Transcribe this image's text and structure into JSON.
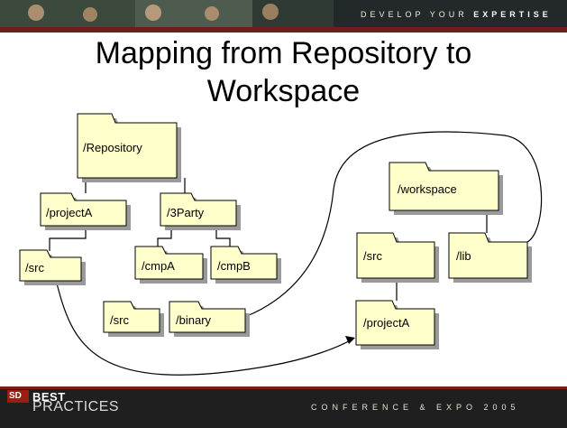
{
  "banner": {
    "tagline_prefix": "DEVELOP YOUR ",
    "tagline_emphasis": "EXPERTISE"
  },
  "title": {
    "line1": "Mapping from Repository to",
    "line2": "Workspace"
  },
  "folders": {
    "repository": "/Repository",
    "project_a": "/projectA",
    "third_party": "/3Party",
    "repo_src": "/src",
    "cmp_a": "/cmpA",
    "cmp_b": "/cmpB",
    "loose_src": "/src",
    "binary": "/binary",
    "workspace": "/workspace",
    "ws_src": "/src",
    "ws_lib": "/lib",
    "ws_project_a": "/projectA"
  },
  "footer": {
    "logo_mark": "SD",
    "brand_best": "BEST",
    "brand_practices": "PRACTICES",
    "event": "CONFERENCE & EXPO 2005"
  },
  "colors": {
    "banner_bg": "#1e2a2b",
    "banner_accent": "#6e1f1a",
    "folder_fill": "#ffffcc",
    "folder_shadow": "#9a9a9a",
    "footer_bg": "#1f1f1f",
    "footer_stripe": "#7a1e16"
  }
}
